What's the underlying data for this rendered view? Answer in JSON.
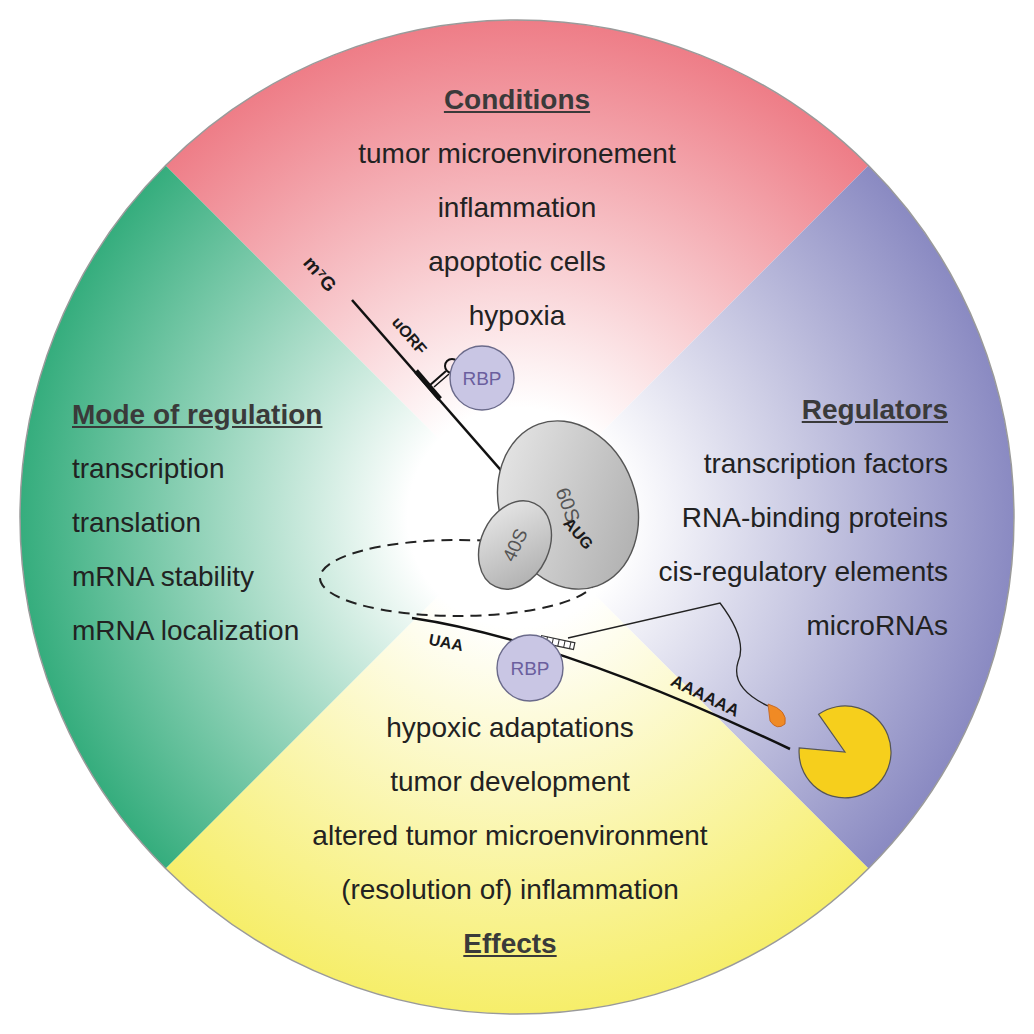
{
  "diagram": {
    "nodes": [
      {
        "text": [
          "Conditions",
          "tumor microenvironement",
          "inflammation",
          "apoptotic cells",
          "hypoxia"
        ]
      },
      {
        "text": [
          "Mode of regulation",
          "transcription",
          "translation",
          "mRNA stability",
          "mRNA localization"
        ]
      },
      {
        "text": [
          "Regulators",
          "transcription factors",
          "RNA-binding proteins",
          "cis-regulatory elements",
          "microRNAs"
        ]
      },
      {
        "text": [
          "RBP"
        ]
      },
      {
        "text": [
          "60S"
        ]
      },
      {
        "text": [
          "40S"
        ]
      },
      {
        "text": [
          "RBP"
        ]
      },
      {
        "text": [
          "hypoxic adaptations",
          "tumor development",
          "altered tumor microenvironment",
          "(resolution of) inflammation",
          "Effects"
        ]
      }
    ],
    "labels": [
      "m⁷G",
      "uORF",
      "AUG",
      "UAA",
      "AAAAAA"
    ]
  }
}
